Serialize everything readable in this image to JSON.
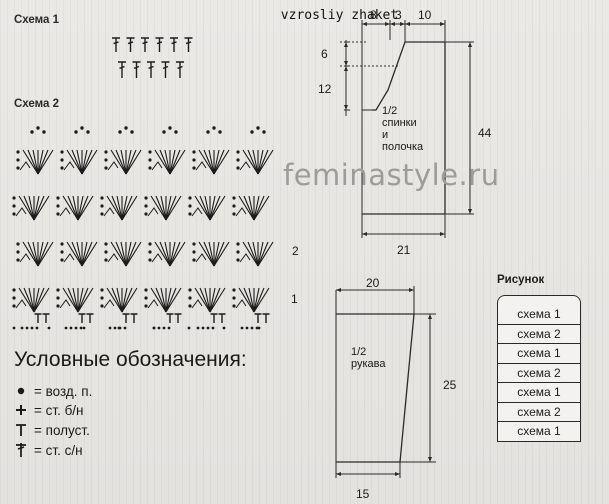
{
  "title": "vzrosliy zhaket",
  "watermark": "feminastyle.ru",
  "scheme1": {
    "title": "Схема 1"
  },
  "scheme2": {
    "title": "Схема 2",
    "row_labels": [
      "2",
      "1"
    ]
  },
  "legend": {
    "heading": "Условные обозначения:",
    "items": [
      {
        "symbol_icon": "dot-icon",
        "text": "= возд. п."
      },
      {
        "symbol_icon": "plus-icon",
        "text": "= ст. б/н"
      },
      {
        "symbol_icon": "t-symbol-icon",
        "text": "= полуст."
      },
      {
        "symbol_icon": "dagger-symbol-icon",
        "text": "= ст. с/н"
      }
    ]
  },
  "back_pattern": {
    "top_dims": [
      "8",
      "3",
      "10"
    ],
    "side_dims": [
      "6",
      "12"
    ],
    "height": "44",
    "width": "21",
    "label": [
      "1/2",
      "спинки",
      "и",
      "полочка"
    ]
  },
  "sleeve_pattern": {
    "top_width": "20",
    "height": "25",
    "bottom_width": "15",
    "label": [
      "1/2",
      "рукава"
    ]
  },
  "figure": {
    "title": "Рисунок",
    "stripes": [
      "схема 1",
      "схема 2",
      "схема 1",
      "схема 2",
      "схема 1",
      "схема 2",
      "схема 1"
    ]
  }
}
